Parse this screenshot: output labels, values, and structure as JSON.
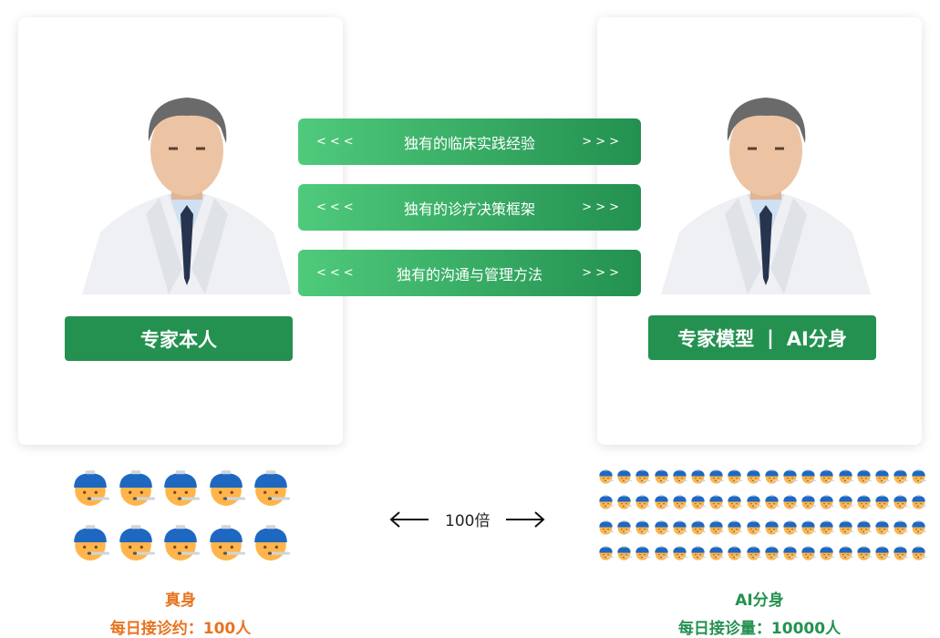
{
  "left_card": {
    "label": "专家本人"
  },
  "right_card": {
    "label_main": "专家模型",
    "label_sep": "|",
    "label_ai": "AI分身"
  },
  "banners": [
    {
      "left": "<<<",
      "text": "独有的临床实践经验",
      "right": ">>>"
    },
    {
      "left": "<<<",
      "text": "独有的诊疗决策框架",
      "right": ">>>"
    },
    {
      "left": "<<<",
      "text": "独有的沟通与管理方法",
      "right": ">>>"
    }
  ],
  "multiplier": {
    "text": "100倍",
    "left_icon": "arrow-left-icon",
    "right_icon": "arrow-right-icon"
  },
  "left_stats": {
    "title": "真身",
    "line": "每日接诊约：100人",
    "icon_count": 10,
    "color": "#e8731f"
  },
  "right_stats": {
    "title": "AI分身",
    "line": "每日接诊量：10000人",
    "icon_count": 72,
    "color": "#249150"
  },
  "colors": {
    "accent": "#249150",
    "banner_start": "#4fca7b",
    "banner_end": "#239050",
    "orange": "#e8731f"
  }
}
